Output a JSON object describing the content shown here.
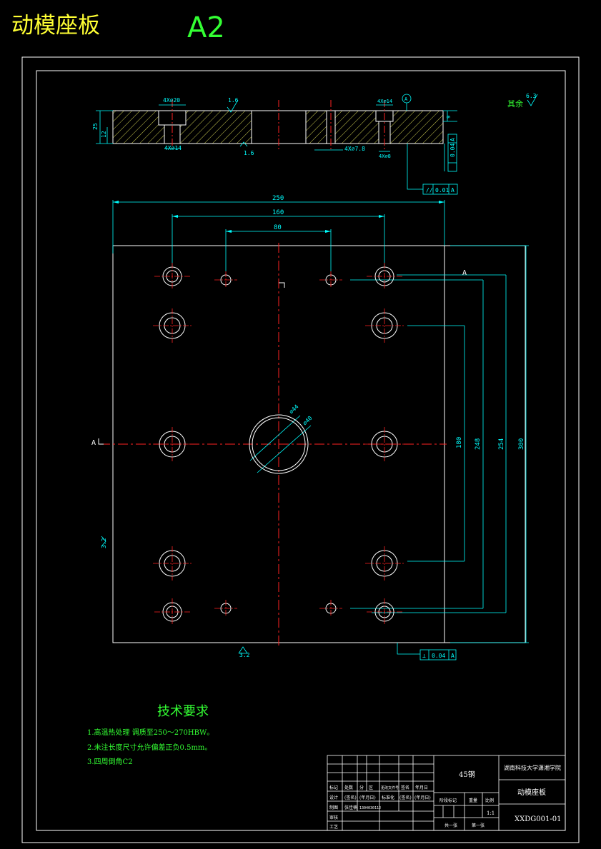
{
  "header": {
    "title": "动模座板",
    "size": "A2"
  },
  "colors": {
    "background": "#000000",
    "frame": "#ffffff",
    "title_yellow": "#ffff33",
    "size_green": "#33ff33",
    "dimension": "#00ffff",
    "centerline": "#ff2222",
    "notes": "#33ff33"
  },
  "section_view": {
    "callouts": {
      "counterbore_top": "4X⌀20",
      "counterbore_bottom": "4X⌀14",
      "hole_top_right": "4X⌀14",
      "hole_bottom_right": "4X⌀8",
      "hole_mid": "4X⌀7.8",
      "thickness_total": "25",
      "thickness_base": "12",
      "top_right_small": "9",
      "datum_label": "A"
    },
    "roughness": {
      "top": "1.6",
      "bottom": "1.6",
      "other": "其余",
      "other_value": "6.3"
    },
    "tolerance": {
      "perpendicular_value": "0.04",
      "perpendicular_datum": "A",
      "parallel_value": "0.01",
      "parallel_datum": "A"
    }
  },
  "plan_view": {
    "dim_width_total": "250",
    "dim_160": "160",
    "dim_80": "80",
    "dim_180": "180",
    "dim_248": "248",
    "dim_254": "254",
    "dim_300": "300",
    "dia_44": "⌀44",
    "dia_40": "⌀40",
    "section_label_left": "A",
    "section_label_right": "A",
    "roughness_left": "3.2",
    "roughness_bottom": "3.2",
    "tolerance_value": "0.04",
    "tolerance_datum": "A"
  },
  "tech_requirements": {
    "heading": "技术要求",
    "items": [
      "1.高温热处理 调质至250～270HBW。",
      "2.未注长度尺寸允许偏差正负0.5mm。",
      "3.四周倒角C2"
    ]
  },
  "title_block": {
    "material": "45钢",
    "school": "湖南科技大学潇湘学院",
    "part_name": "动模座板",
    "drawing_no": "XXDG001-01",
    "scale": "1:1",
    "row_labels": [
      "标记",
      "设计",
      "制图",
      "审核",
      "工艺"
    ],
    "header_cells": [
      "处数",
      "分",
      "区",
      "更改文件号",
      "签名",
      "年月日"
    ],
    "design_cells": [
      "(签名)",
      "(年月日)",
      "标准化",
      "(签名)",
      "(年月日)"
    ],
    "draw_cells": [
      "张佳楠",
      "1304030112"
    ],
    "stage_label": "阶段标记",
    "weight_label": "重量",
    "scale_label": "比例",
    "sheets_total": "共一张",
    "sheet_no": "第一张"
  }
}
